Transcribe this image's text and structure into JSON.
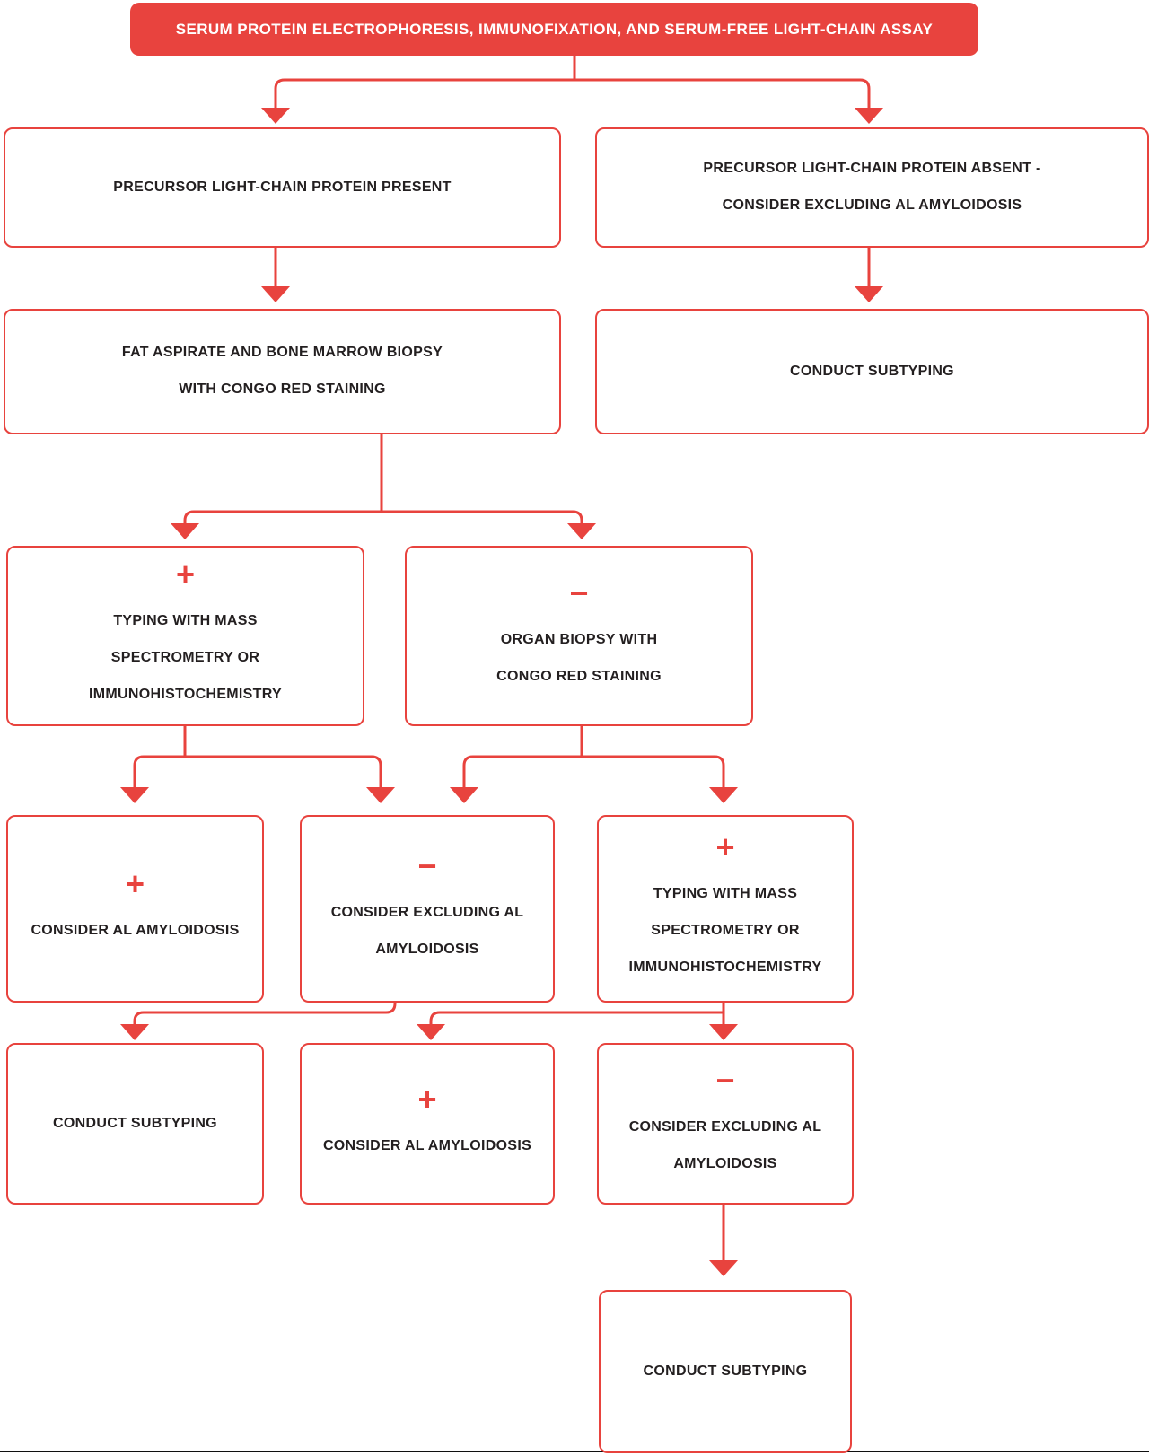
{
  "diagram": {
    "title": "SERUM PROTEIN ELECTROPHORESIS, IMMUNOFIXATION, AND SERUM-FREE LIGHT-CHAIN ASSAY",
    "colors": {
      "accent_red": "#e8433e",
      "text_dark": "#231f20",
      "baseline_dark": "#101010",
      "background": "#ffffff"
    },
    "nodes": {
      "precursor_present": {
        "lines": [
          "PRECURSOR LIGHT-CHAIN PROTEIN PRESENT"
        ]
      },
      "precursor_absent": {
        "lines": [
          "PRECURSOR LIGHT-CHAIN PROTEIN ABSENT -",
          "CONSIDER EXCLUDING AL AMYLOIDOSIS"
        ]
      },
      "fat_aspirate": {
        "lines": [
          "FAT ASPIRATE AND BONE MARROW BIOPSY",
          "WITH CONGO RED STAINING"
        ]
      },
      "conduct_subtyping_right": {
        "lines": [
          "CONDUCT SUBTYPING"
        ]
      },
      "typing_mass_spec_1": {
        "sign": "+",
        "lines": [
          "TYPING WITH MASS",
          "SPECTROMETRY OR",
          "IMMUNOHISTOCHEMISTRY"
        ]
      },
      "organ_biopsy": {
        "sign": "−",
        "lines": [
          "ORGAN BIOPSY WITH",
          "CONGO RED STAINING"
        ]
      },
      "consider_al_1": {
        "sign": "+",
        "lines": [
          "CONSIDER AL AMYLOIDOSIS"
        ]
      },
      "consider_excluding_1": {
        "sign": "−",
        "lines": [
          "CONSIDER EXCLUDING AL",
          "AMYLOIDOSIS"
        ]
      },
      "typing_mass_spec_2": {
        "sign": "+",
        "lines": [
          "TYPING WITH MASS",
          "SPECTROMETRY OR",
          "IMMUNOHISTOCHEMISTRY"
        ]
      },
      "conduct_subtyping_left": {
        "lines": [
          "CONDUCT SUBTYPING"
        ]
      },
      "consider_al_2": {
        "sign": "+",
        "lines": [
          "CONSIDER AL AMYLOIDOSIS"
        ]
      },
      "consider_excluding_2": {
        "sign": "−",
        "lines": [
          "CONSIDER EXCLUDING AL",
          "AMYLOIDOSIS"
        ]
      },
      "conduct_subtyping_bottom": {
        "lines": [
          "CONDUCT SUBTYPING"
        ]
      }
    }
  }
}
